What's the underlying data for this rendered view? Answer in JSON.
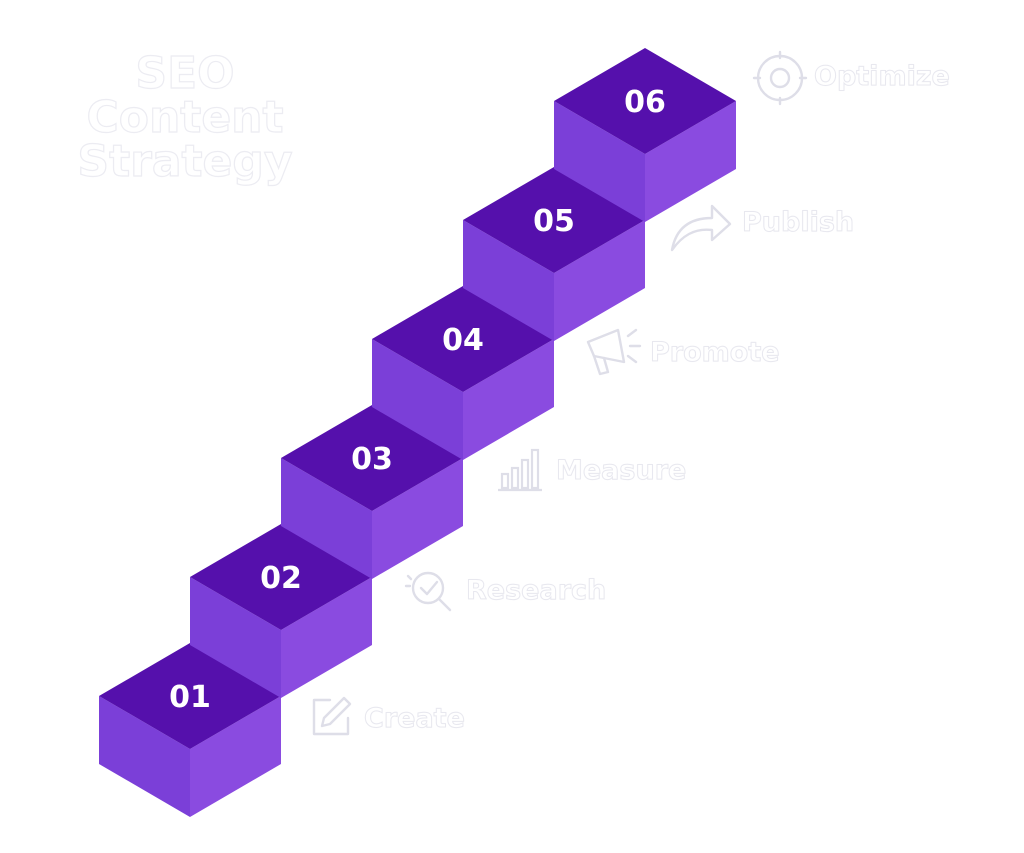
{
  "title": {
    "line1": "SEO",
    "line2": "Content",
    "line3": "Strategy"
  },
  "colors": {
    "top": "#5510ac",
    "left": "#7b3fd8",
    "right": "#8a4be0",
    "number": "#ffffff",
    "label": "#ececf2"
  },
  "steps": [
    {
      "number": "01",
      "label": "Create",
      "icon": "edit-icon"
    },
    {
      "number": "02",
      "label": "Research",
      "icon": "search-icon"
    },
    {
      "number": "03",
      "label": "Measure",
      "icon": "bar-chart-icon"
    },
    {
      "number": "04",
      "label": "Promote",
      "icon": "megaphone-icon"
    },
    {
      "number": "05",
      "label": "Publish",
      "icon": "share-arrow-icon"
    },
    {
      "number": "06",
      "label": "Optimize",
      "icon": "optimize-icon"
    }
  ]
}
